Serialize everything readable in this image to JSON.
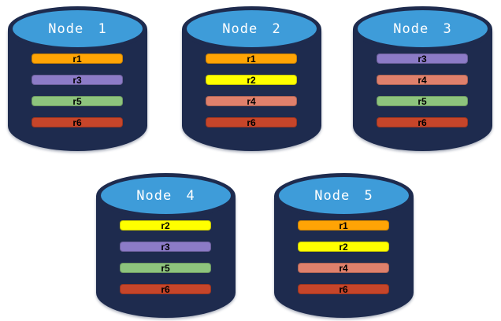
{
  "diagram": {
    "colors": {
      "cylinder_body": "#1E2B4E",
      "cylinder_top_face": "#3E9CD9",
      "node_label_text": "#FFFFFF",
      "replica_label_text": "#000000",
      "r1": "#FFA405",
      "r2": "#FFFF00",
      "r3": "#8C7BC7",
      "r4": "#DF806C",
      "r5": "#8DC47D",
      "r6": "#C6452A"
    },
    "nodes": [
      {
        "label": "Node 1",
        "replicas": [
          {
            "label": "r1",
            "color": "#FFA405"
          },
          {
            "label": "r3",
            "color": "#8C7BC7"
          },
          {
            "label": "r5",
            "color": "#8DC47D"
          },
          {
            "label": "r6",
            "color": "#C6452A"
          }
        ]
      },
      {
        "label": "Node 2",
        "replicas": [
          {
            "label": "r1",
            "color": "#FFA405"
          },
          {
            "label": "r2",
            "color": "#FFFF00"
          },
          {
            "label": "r4",
            "color": "#DF806C"
          },
          {
            "label": "r6",
            "color": "#C6452A"
          }
        ]
      },
      {
        "label": "Node 3",
        "replicas": [
          {
            "label": "r3",
            "color": "#8C7BC7"
          },
          {
            "label": "r4",
            "color": "#DF806C"
          },
          {
            "label": "r5",
            "color": "#8DC47D"
          },
          {
            "label": "r6",
            "color": "#C6452A"
          }
        ]
      },
      {
        "label": "Node 4",
        "replicas": [
          {
            "label": "r2",
            "color": "#FFFF00"
          },
          {
            "label": "r3",
            "color": "#8C7BC7"
          },
          {
            "label": "r5",
            "color": "#8DC47D"
          },
          {
            "label": "r6",
            "color": "#C6452A"
          }
        ]
      },
      {
        "label": "Node 5",
        "replicas": [
          {
            "label": "r1",
            "color": "#FFA405"
          },
          {
            "label": "r2",
            "color": "#FFFF00"
          },
          {
            "label": "r4",
            "color": "#DF806C"
          },
          {
            "label": "r6",
            "color": "#C6452A"
          }
        ]
      }
    ]
  }
}
